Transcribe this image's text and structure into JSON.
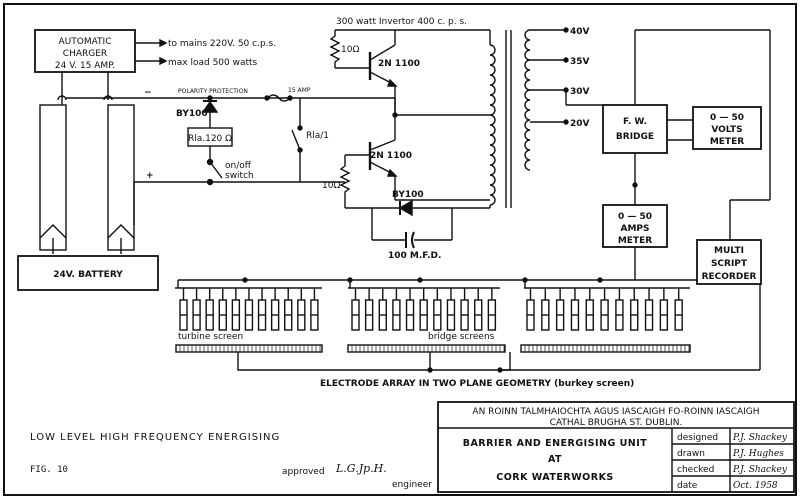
{
  "charger": {
    "line1": "AUTOMATIC",
    "line2": "CHARGER",
    "line3": "24 V.  15 AMP."
  },
  "outputs": {
    "mains": "to mains 220V. 50 c.p.s.",
    "max_load": "max load 500 watts"
  },
  "inverter": {
    "title": "300 watt Invertor 400 c. p. s."
  },
  "resistors": {
    "r_top": "10Ω",
    "r_bottom": "10Ω",
    "relay_res": "Rla.120 Ω"
  },
  "transistors": {
    "t1": "2N 1100",
    "t2": "2N 1100"
  },
  "diodes": {
    "d1": "BY100",
    "d2": "BY100"
  },
  "capacitor": "100 M.F.D.",
  "protection": {
    "polarity": "POLARITY  PROTECTION",
    "fuse": "15 AMP",
    "minus": "−",
    "plus": "+"
  },
  "relay_contact": "Rla/1",
  "switch": {
    "line1": "on/off",
    "line2": "switch"
  },
  "taps": [
    "40V",
    "35V",
    "30V",
    "20V"
  ],
  "bridge": {
    "line1": "F. W.",
    "line2": "BRIDGE"
  },
  "volts_meter": {
    "line1": "0 — 50",
    "line2": "VOLTS",
    "line3": "METER"
  },
  "amps_meter": {
    "line1": "0 — 50",
    "line2": "AMPS",
    "line3": "METER"
  },
  "recorder": {
    "line1": "MULTI",
    "line2": "SCRIPT",
    "line3": "RECORDER"
  },
  "battery": "24V. BATTERY",
  "screens": {
    "turbine": "turbine  screen",
    "bridge": "bridge  screens"
  },
  "array_caption": "ELECTRODE  ARRAY  IN  TWO  PLANE  GEOMETRY  (burkey  screen)",
  "footer": {
    "description": "LOW  LEVEL  HIGH  FREQUENCY  ENERGISING",
    "fig": "FIG. 10",
    "approved": "approved",
    "approved_sig": "L.G.Jp.H.",
    "engineer": "engineer"
  },
  "title_block": {
    "dept_line1": "AN ROINN TALMHAIOCHTA AGUS IASCAIGH FO-ROINN IASCAIGH",
    "dept_line2": "CATHAL  BRUGHA  ST.      DUBLIN.",
    "title_line1": "BARRIER  AND  ENERGISING  UNIT",
    "title_line2": "AT",
    "title_line3": "CORK  WATERWORKS",
    "rows": [
      {
        "label": "designed",
        "value": "P.J. Shackey"
      },
      {
        "label": "drawn",
        "value": "P.J. Hughes"
      },
      {
        "label": "checked",
        "value": "P.J. Shackey"
      },
      {
        "label": "date",
        "value": "Oct. 1958"
      }
    ]
  }
}
